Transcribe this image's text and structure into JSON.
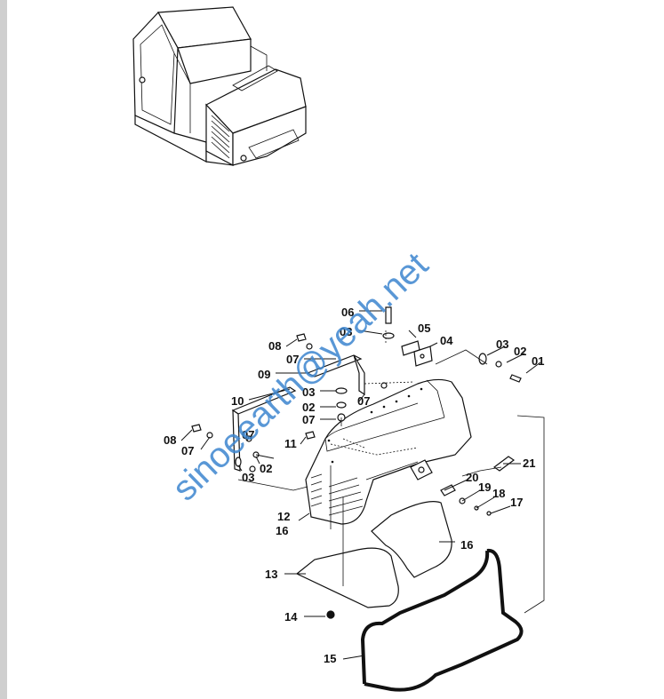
{
  "watermark": "sinoeearth@yeah.net",
  "part_labels": [
    "01",
    "02",
    "03",
    "04",
    "05",
    "06",
    "03",
    "08",
    "07",
    "09",
    "10",
    "03",
    "02",
    "07",
    "07",
    "11",
    "08",
    "07",
    "07",
    "02",
    "03",
    "12",
    "16",
    "13",
    "14",
    "15",
    "16",
    "20",
    "19",
    "18",
    "17",
    "21"
  ]
}
